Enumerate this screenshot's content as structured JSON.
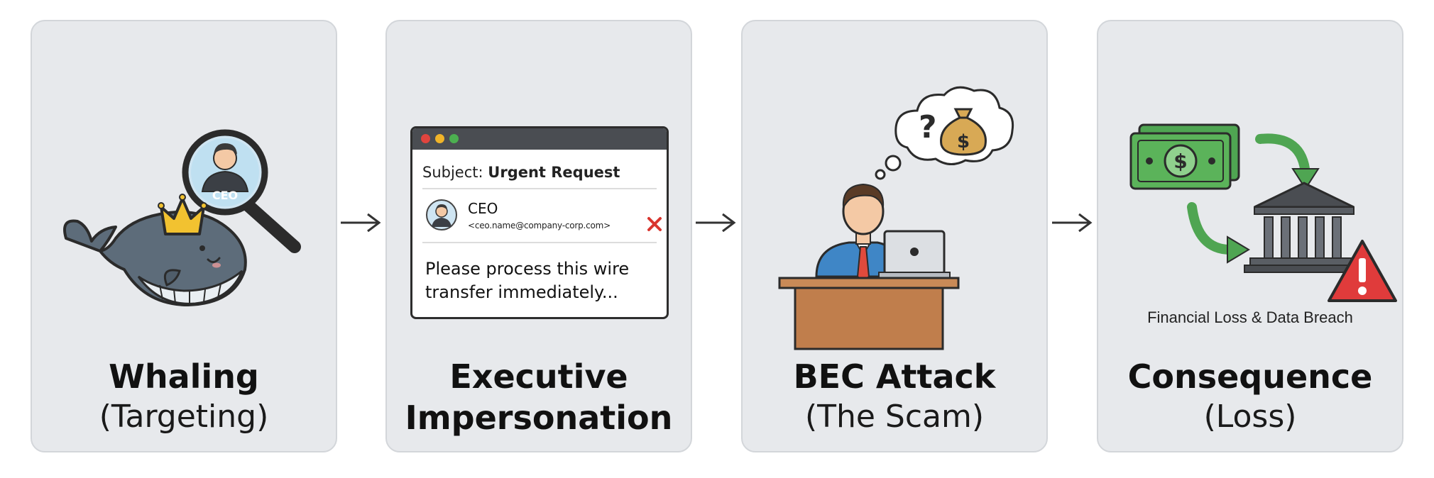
{
  "stages": [
    {
      "title": "Whaling",
      "subtitle": "(Targeting)",
      "badge": "CEO"
    },
    {
      "title_line1": "Executive",
      "title_line2": "Impersonation",
      "email": {
        "subject_prefix": "Subject:",
        "subject": "Urgent Request",
        "sender_name": "CEO",
        "sender_address": "<ceo.name@company-corp.com>",
        "body": "Please process this wire transfer immediately..."
      }
    },
    {
      "title": "BEC Attack",
      "subtitle": "(The Scam)",
      "thought_symbol": "?"
    },
    {
      "title": "Consequence",
      "subtitle": "(Loss)",
      "caption": "Financial Loss & Data Breach"
    }
  ],
  "icons": [
    "whale-icon",
    "crown-icon",
    "magnifier-icon",
    "email-window-icon",
    "person-at-desk-icon",
    "money-bag-icon",
    "dollar-bill-icon",
    "bank-icon",
    "warning-icon"
  ],
  "colors": {
    "panel_bg": "#e7e9ec",
    "whale": "#5d6c7a",
    "crown": "#f2c230",
    "money_green": "#5bb35a",
    "warning_red": "#e03b3b",
    "danger_x": "#d9352e"
  }
}
